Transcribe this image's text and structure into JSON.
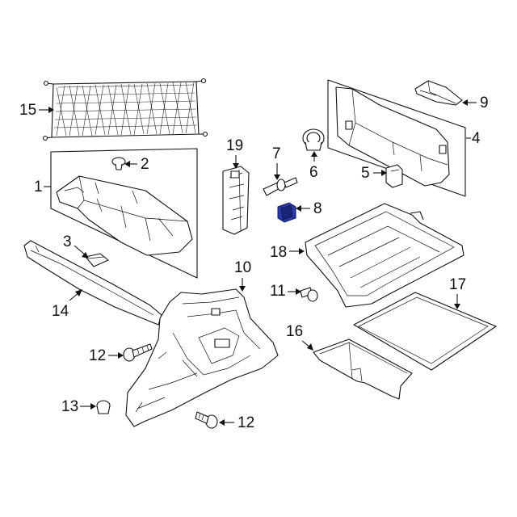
{
  "diagram": {
    "callouts": [
      "15",
      "2",
      "1",
      "3",
      "14",
      "19",
      "7",
      "6",
      "5",
      "8",
      "4",
      "9",
      "18",
      "17",
      "10",
      "11",
      "16",
      "12",
      "13",
      "12"
    ],
    "highlight_color": "#2c39a8"
  }
}
